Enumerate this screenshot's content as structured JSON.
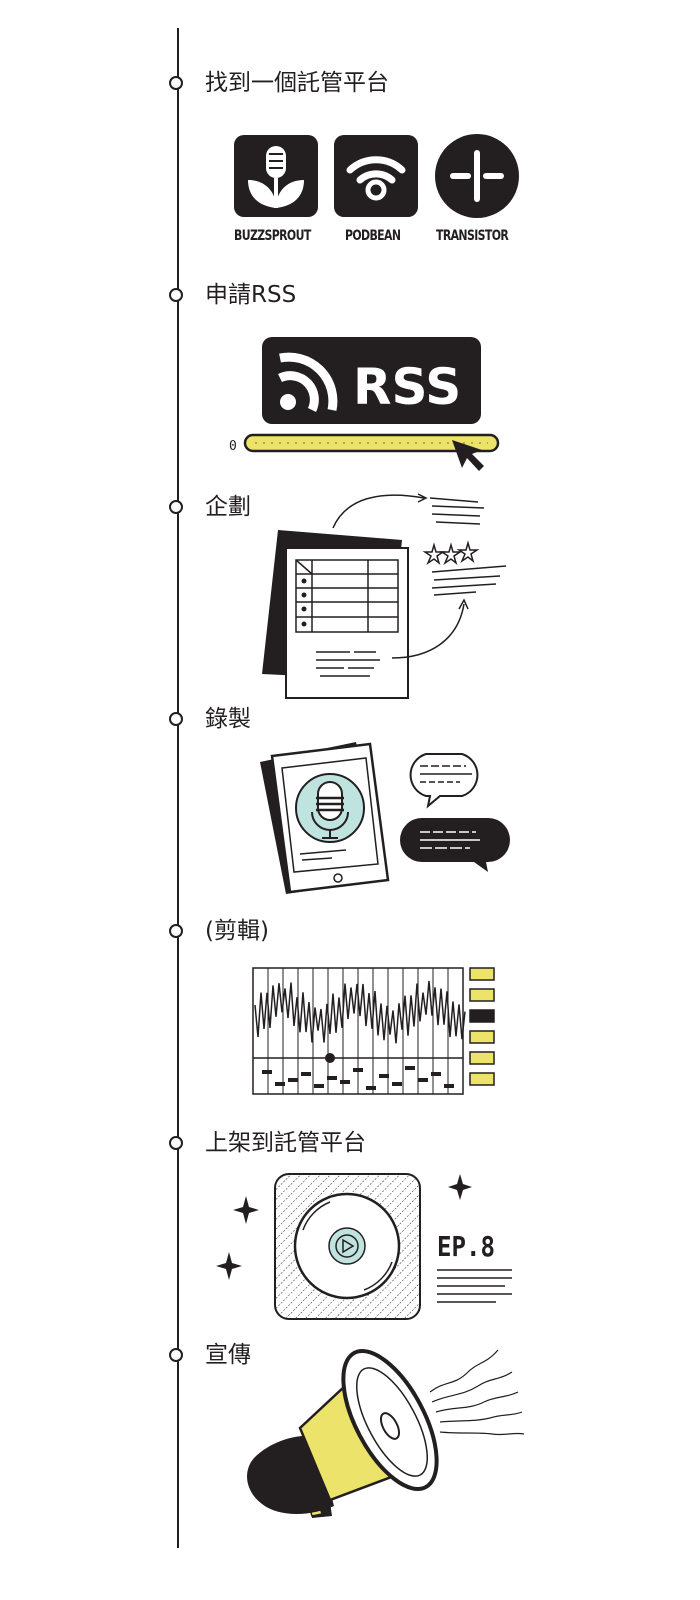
{
  "steps": [
    {
      "title": "找到一個託管平台"
    },
    {
      "title": "申請RSS"
    },
    {
      "title": "企劃"
    },
    {
      "title": "錄製"
    },
    {
      "title": "(剪輯)"
    },
    {
      "title": "上架到託管平台"
    },
    {
      "title": "宣傳"
    }
  ],
  "hosts": [
    {
      "name": "BUZZSPROUT",
      "icon": "buzzsprout-microphone-icon"
    },
    {
      "name": "PODBEAN",
      "icon": "podbean-wifi-icon"
    },
    {
      "name": "TRANSISTOR",
      "icon": "transistor-plus-icon"
    }
  ],
  "rss": {
    "label": "RSS",
    "progress_start": "0"
  },
  "episode": {
    "label": "EP.8"
  },
  "colors": {
    "ink": "#231f20",
    "accent": "#ece46a",
    "teal": "#bfe3df"
  }
}
